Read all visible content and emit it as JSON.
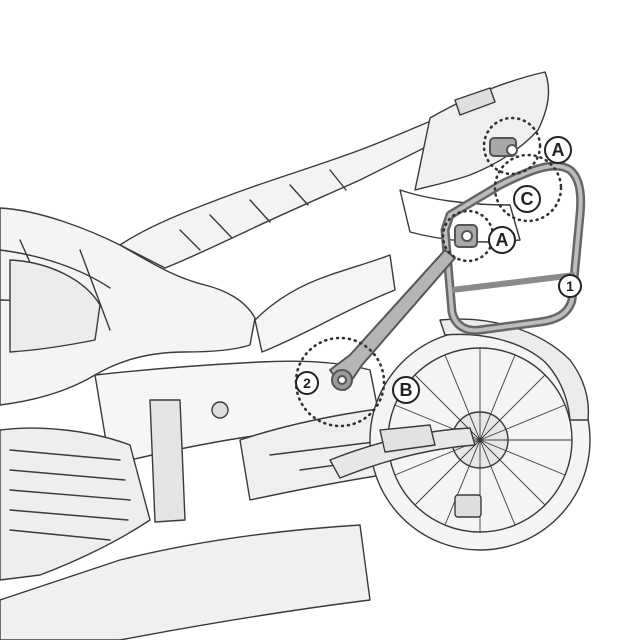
{
  "colors": {
    "line": "#3a3a3a",
    "fill_light": "#f2f2f2",
    "fill_mid": "#d9d9d9",
    "part_fill": "#b5b5b5",
    "part_stroke": "#555555",
    "dotted": "#333333"
  },
  "callouts": {
    "a_top": "A",
    "c": "C",
    "a_mid": "A",
    "b": "B",
    "one": "1",
    "two": "2"
  }
}
